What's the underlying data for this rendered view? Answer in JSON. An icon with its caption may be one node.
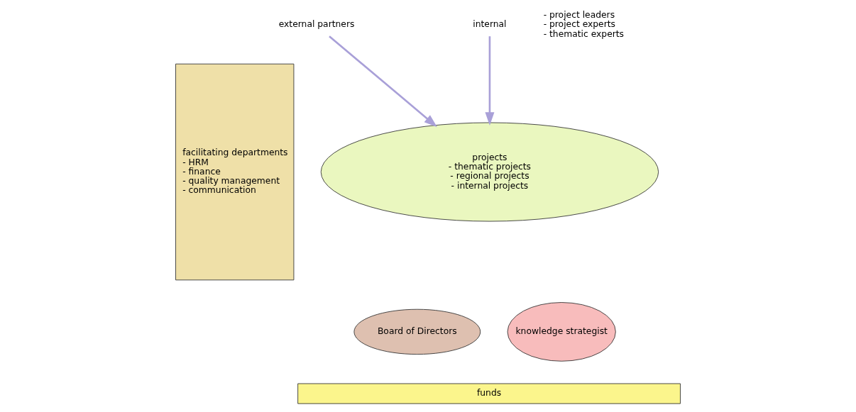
{
  "diagram": {
    "nodes": [
      {
        "text": [
          "facilitating departments",
          "- HRM",
          "- finance",
          "- quality management",
          "- communication"
        ]
      },
      {
        "text": [
          "external partners"
        ]
      },
      {
        "text": [
          "internal"
        ],
        "beside": [
          "- project leaders",
          "- project experts",
          "- thematic experts"
        ]
      },
      {
        "text": [
          "projects",
          "- thematic projects",
          "- regional projects",
          "- internal projects"
        ]
      },
      {
        "text": [
          "Board of Directors"
        ]
      },
      {
        "text": [
          "knowledge strategist"
        ]
      },
      {
        "text": [
          "funds"
        ]
      }
    ],
    "edges": [
      {
        "from": 1,
        "to": 3,
        "arrow": "to"
      },
      {
        "from": 2,
        "to": 3,
        "arrow": "to"
      }
    ]
  }
}
